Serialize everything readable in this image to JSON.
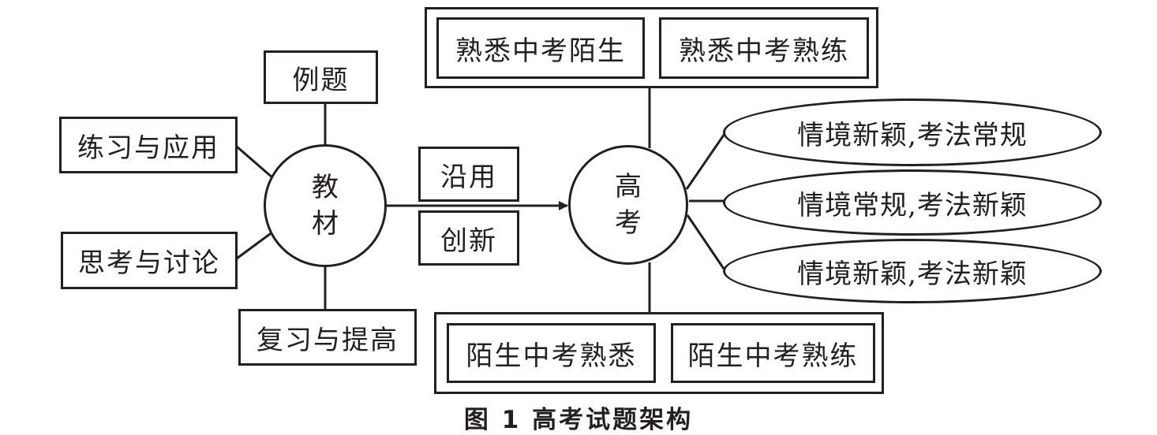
{
  "textbook": {
    "center": "教材",
    "example": "例题",
    "practice": "练习与应用",
    "think": "思考与讨论",
    "review": "复习与提高"
  },
  "relation": {
    "continue": "沿用",
    "innovate": "创新"
  },
  "exam": {
    "center": "高考",
    "top": [
      "熟悉中考陌生",
      "熟悉中考熟练"
    ],
    "bottom": [
      "陌生中考熟悉",
      "陌生中考熟练"
    ],
    "ovals": [
      "情境新颖,考法常规",
      "情境常规,考法新颖",
      "情境新颖,考法新颖"
    ]
  },
  "caption": "图 1  高考试题架构"
}
